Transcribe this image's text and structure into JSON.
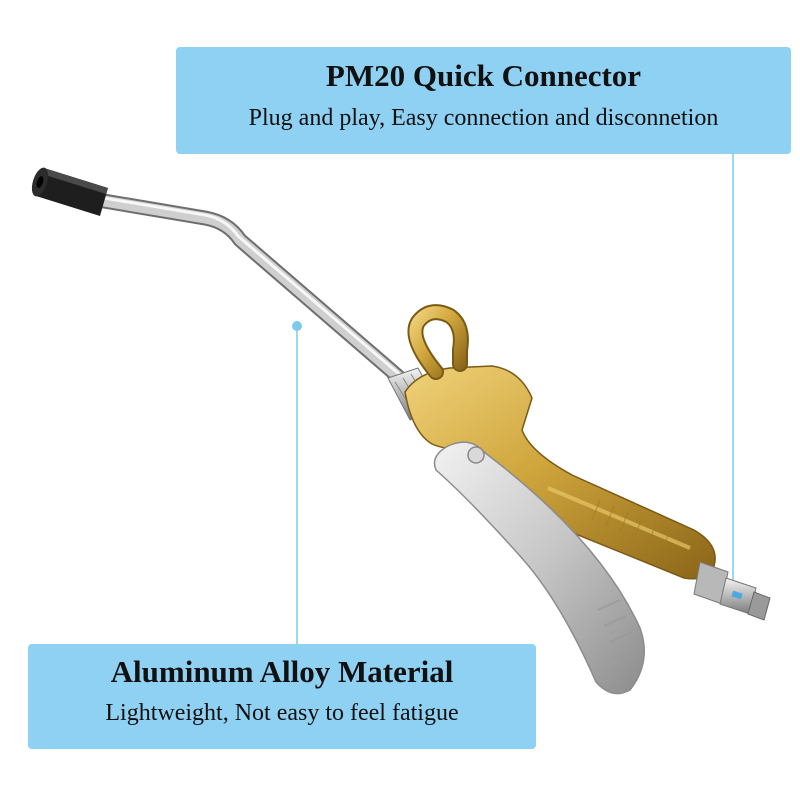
{
  "callouts": {
    "connector": {
      "title": "PM20 Quick Connector",
      "subtitle": "Plug and play, Easy connection and disconnetion"
    },
    "material": {
      "title": "Aluminum Alloy Material",
      "subtitle": "Lightweight, Not easy to feel fatigue"
    }
  },
  "colors": {
    "callout_background": "#8fd1f2",
    "leader_line": "#7ccbee",
    "body_gold": "#c9a236",
    "trigger_silver": "#c9c9c9",
    "tip_black": "#1e1e1e"
  },
  "icons": {
    "product": "air-blow-gun"
  }
}
